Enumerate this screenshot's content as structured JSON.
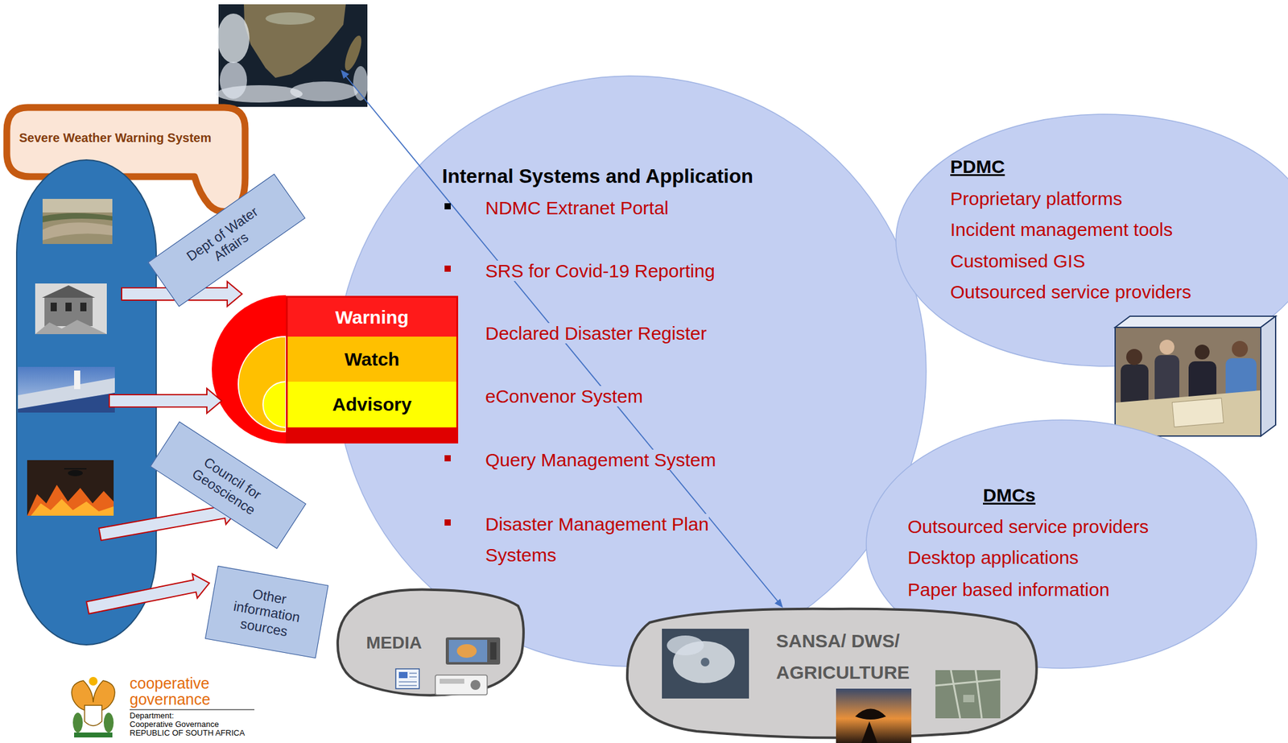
{
  "diagram": {
    "nodes": [
      {
        "text": [
          "Severe Weather Warning System"
        ]
      },
      {
        "text": [
          "Dept of Water Affairs"
        ]
      },
      {
        "text": [
          "Council for Geoscience"
        ]
      },
      {
        "text": [
          "Other information sources"
        ]
      },
      {
        "text": [
          "Warning"
        ]
      },
      {
        "text": [
          "Watch"
        ]
      },
      {
        "text": [
          "Advisory"
        ]
      },
      {
        "text": [
          "Internal Systems and Application",
          "NDMC Extranet Portal",
          "SRS for Covid-19 Reporting",
          "Declared Disaster Register",
          "eConvenor System",
          "Query Management System",
          "Disaster Management Plan Systems"
        ]
      },
      {
        "text": [
          "PDMC",
          "Proprietary platforms",
          "Incident management tools",
          "Customised GIS",
          "Outsourced service providers"
        ]
      },
      {
        "text": [
          "DMCs",
          "Outsourced service providers",
          "Desktop applications",
          "Paper based information"
        ]
      },
      {
        "text": [
          "MEDIA"
        ]
      },
      {
        "text": [
          "SANSA/ DWS/ AGRICULTURE"
        ]
      }
    ],
    "labels": [
      "cooperative governance",
      "Department:",
      "Cooperative Governance",
      "REPUBLIC OF SOUTH AFRICA"
    ]
  }
}
